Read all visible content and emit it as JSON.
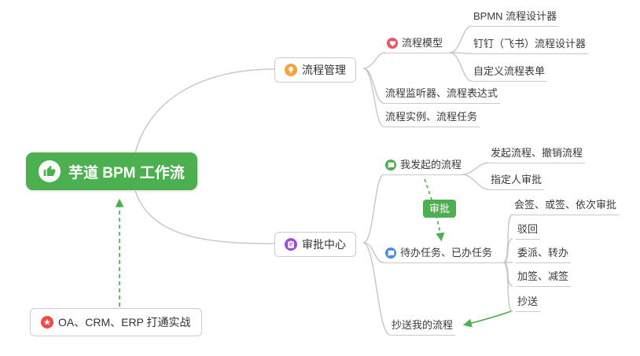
{
  "root": {
    "label": "芋道 BPM 工作流",
    "icon": "thumbs-up-icon"
  },
  "practice": {
    "label": "OA、CRM、ERP 打通实战",
    "icon": "star-icon"
  },
  "pm": {
    "label": "流程管理",
    "icon": "lightbulb-icon",
    "model": {
      "label": "流程模型",
      "icon": "heart-icon",
      "items": [
        "BPMN 流程设计器",
        "钉钉（飞书）流程设计器",
        "自定义流程表单"
      ]
    },
    "listener": {
      "label": "流程监听器、流程表达式"
    },
    "instance": {
      "label": "流程实例、流程任务"
    }
  },
  "ac": {
    "label": "审批中心",
    "icon": "clipboard-icon",
    "mine": {
      "label": "我发起的流程",
      "icon": "chat-icon",
      "items": [
        "发起流程、撤销流程",
        "指定人审批"
      ]
    },
    "tasks": {
      "label": "待办任务、已办任务",
      "icon": "chat-icon",
      "items": [
        "会签、或签、依次审批",
        "驳回",
        "委派、转办",
        "加签、减签",
        "抄送"
      ]
    },
    "cc": {
      "label": "抄送我的流程"
    }
  },
  "badge": {
    "approval": "审批"
  },
  "colors": {
    "root_bg": "#4CAF50",
    "arrow_green": "#4CAF50",
    "orange": "#F9A13A",
    "purple": "#9C4FD6",
    "heart_red": "#EC5564",
    "star_red": "#EE4B4B",
    "leaf_green": "#4CAF50",
    "blue": "#478CE6",
    "connector_gray": "#C9C9C9"
  }
}
